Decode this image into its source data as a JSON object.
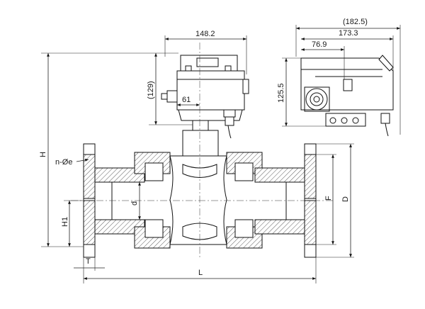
{
  "drawing": {
    "dims": {
      "width_top": "148.2",
      "actuator_height": "(129)",
      "offset_61": "61",
      "side_overall": "(182.5)",
      "side_body": "173.3",
      "side_offset": "76.9",
      "side_height": "125.5",
      "H": "H",
      "H1": "H1",
      "T": "T",
      "L": "L",
      "d": "d",
      "F": "F",
      "D": "D",
      "bolt_holes": "n-Øe"
    },
    "colors": {
      "line": "#111111",
      "hatch_fill": "#ffffff",
      "background": "#ffffff"
    }
  }
}
